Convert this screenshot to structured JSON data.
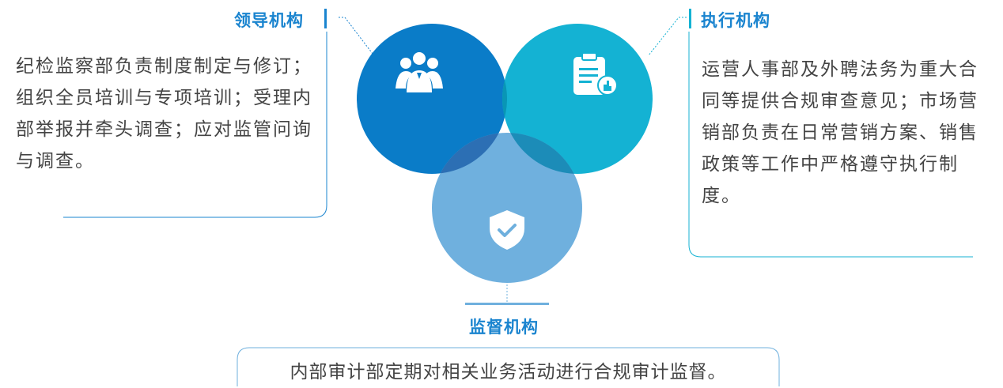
{
  "leadership": {
    "title": "领导机构",
    "desc": "纪检监察部负责制度制定与修订；组织全员培训与专项培训；受理内部举报并牵头调查；应对监管问询与调查。",
    "icon": "people-group-icon",
    "color": "#0a7cc8"
  },
  "execution": {
    "title": "执行机构",
    "desc": "运营人事部及外聘法务为重大合同等提供合规审查意见；市场营销部负责在日常营销方案、销售政策等工作中严格遵守执行制度。",
    "icon": "clipboard-hand-icon",
    "color": "#14b2d3"
  },
  "supervision": {
    "title": "监督机构",
    "desc": "内部审计部定期对相关业务活动进行合规审计监督。",
    "icon": "shield-check-icon",
    "color": "#6fb0de"
  }
}
